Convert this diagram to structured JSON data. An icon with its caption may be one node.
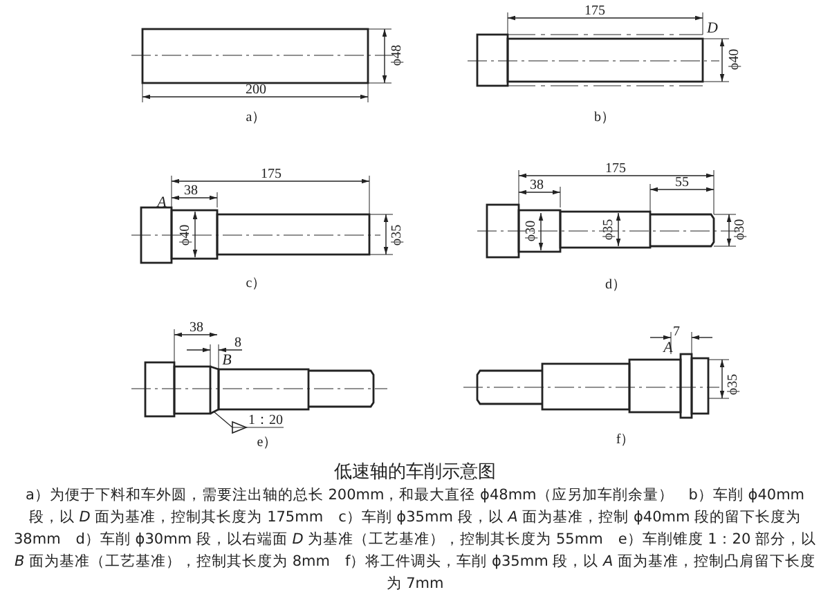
{
  "diagram": {
    "title": "低速轴的车削示意图",
    "caption": "a）为便于下料和车外圆，需要注出轴的总长 200mm，和最大直径 ϕ48mm（应另加车削余量）　b）车削 ϕ40mm 段，以 *D* 面为基准，控制其长度为 175mm　c）车削 ϕ35mm 段，以 *A* 面为基准，控制 ϕ40mm 段的留下长度为 38mm　d）车削 ϕ30mm 段，以右端面 *D* 为基准（工艺基准），控制其长度为 55mm　e）车削锥度 1：20 部分，以 *B* 面为基准（工艺基准），控制其长度为 8mm　f）将工件调头，车削 ϕ35mm 段，以 *A* 面为基准，控制凸肩留下长度为 7mm",
    "labels": [
      "ϕ48",
      "200",
      "a）",
      "175",
      "D",
      "ϕ40",
      "b）",
      "175",
      "A",
      "38",
      "ϕ40",
      "ϕ35",
      "c）",
      "175",
      "38",
      "55",
      "ϕ30",
      "ϕ35",
      "ϕ30",
      "d）",
      "38",
      "8",
      "B",
      "1：20",
      "e）",
      "7",
      "A",
      "ϕ35",
      "f）"
    ]
  }
}
